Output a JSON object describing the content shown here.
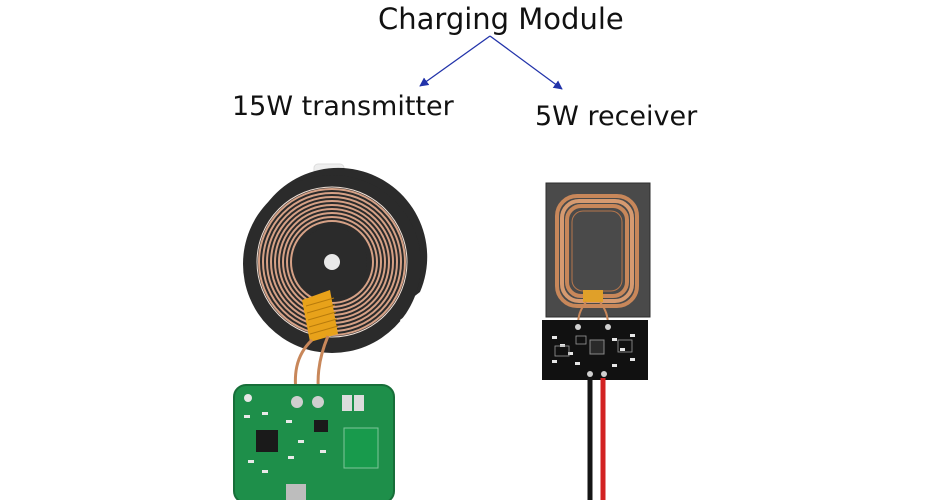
{
  "diagram": {
    "title": "Charging Module",
    "left_label": "15W transmitter",
    "right_label": "5W receiver",
    "arrow_color": "#2233aa"
  },
  "photo": {
    "components": [
      "transmitter-coil",
      "transmitter-pcb",
      "receiver-coil",
      "receiver-pcb",
      "receiver-wires"
    ],
    "colors": {
      "coil_copper": "#c8875a",
      "transmitter_pcb": "#1e8f4a",
      "receiver_pcb": "#111111",
      "wire_red": "#d22222",
      "wire_black": "#151515"
    }
  }
}
